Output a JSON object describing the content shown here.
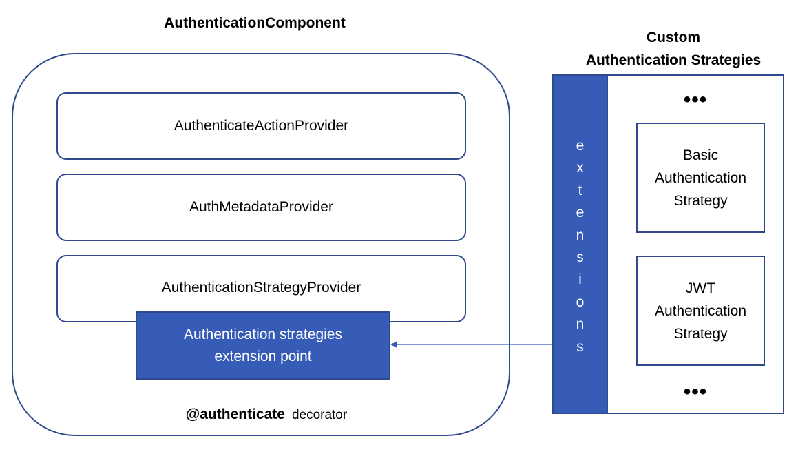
{
  "component": {
    "title": "AuthenticationComponent",
    "providers": [
      "AuthenticateActionProvider",
      "AuthMetadataProvider",
      "AuthenticationStrategyProvider"
    ],
    "extension_point": {
      "line1": "Authentication strategies",
      "line2": "extension point"
    },
    "decorator": {
      "name": "@authenticate",
      "label": "decorator"
    }
  },
  "custom": {
    "title_line1": "Custom",
    "title_line2": "Authentication Strategies",
    "extensions_label": [
      "e",
      "x",
      "t",
      "e",
      "n",
      "s",
      "i",
      "o",
      "n",
      "s"
    ],
    "ellipsis_top": "•••",
    "ellipsis_bottom": "•••",
    "strategies": [
      {
        "lines": [
          "Basic",
          "Authentication",
          "Strategy"
        ]
      },
      {
        "lines": [
          "JWT",
          "Authentication",
          "Strategy"
        ]
      }
    ]
  },
  "colors": {
    "accent": "#365cb7",
    "border": "#2f4a8c"
  }
}
